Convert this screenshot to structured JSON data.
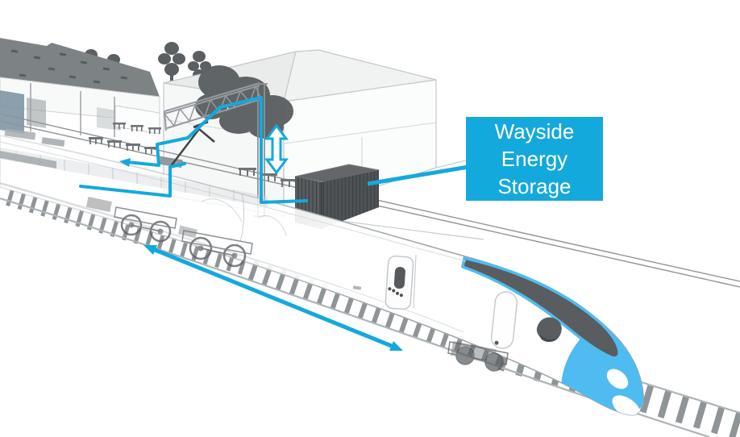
{
  "label_box": {
    "lines": [
      "Wayside",
      "Energy",
      "Storage"
    ]
  },
  "colors": {
    "accent": "#14A9DC",
    "stripe": "#4FBCF1",
    "canopy": "#595D60",
    "windshield": "#4B4F52",
    "container": "#4F5356",
    "container_top": "#63676A",
    "container_end": "#585C5F",
    "tree": "#5A5F61",
    "roof_dark": "#7D8285",
    "panel_blue": "#7E95A4",
    "tie": "#8F9497",
    "rail": "#AEB3B6",
    "label_text": "#FFFFFF"
  },
  "icons": {
    "train_motion_arrow": "double-headed-diagonal-arrow",
    "pantograph_motion_arrow": "double-headed-vertical-arrow",
    "callout": "leader-line"
  }
}
